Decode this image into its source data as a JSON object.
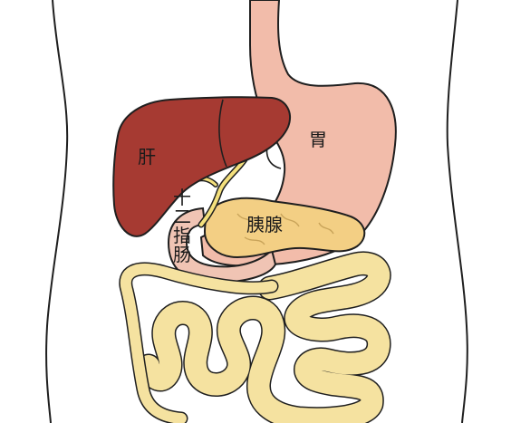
{
  "labels": {
    "liver": "肝",
    "stomach": "胃",
    "pancreas": "胰腺",
    "duodenum": "十二指肠"
  },
  "colors": {
    "outline": "#1f1f1f",
    "liver": "#a63a32",
    "liver_shade": "#8e2f29",
    "stomach": "#f2bcaa",
    "stomach_inner": "#f5c7b8",
    "duodenum": "#f0c4b4",
    "pancreas": "#f3cf84",
    "bile_duct": "#f4e07c",
    "intestine": "#f5e2a0",
    "intestine_shadow": "#e7cf82"
  }
}
